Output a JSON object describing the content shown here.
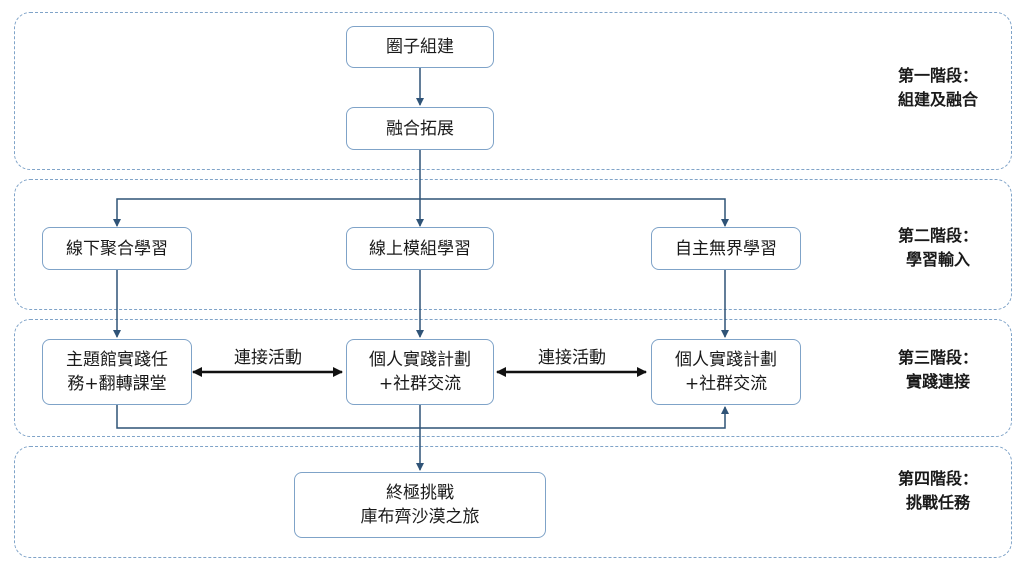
{
  "stages": [
    {
      "title": "第一階段：",
      "subtitle": "組建及融合"
    },
    {
      "title": "第二階段：",
      "subtitle": "學習輸入"
    },
    {
      "title": "第三階段：",
      "subtitle": "實踐連接"
    },
    {
      "title": "第四階段：",
      "subtitle": "挑戰任務"
    }
  ],
  "nodes": {
    "circle_build": "圈子組建",
    "fusion_expand": "融合拓展",
    "offline_learning": "線下聚合學習",
    "online_learning": "線上模組學習",
    "self_learning": "自主無界學習",
    "theme_task_l1": "主題館實踐任",
    "theme_task_l2": "務+翻轉課堂",
    "personal_plan_center_l1": "個人實踐計劃",
    "personal_plan_center_l2": "+社群交流",
    "personal_plan_right_l1": "個人實踐計劃",
    "personal_plan_right_l2": "+社群交流",
    "final_challenge_l1": "終極挑戰",
    "final_challenge_l2": "庫布齊沙漠之旅"
  },
  "edge_labels": {
    "connect_left": "連接活動",
    "connect_right": "連接活動"
  },
  "colors": {
    "border": "#7fa3c8",
    "arrow": "#2f5377",
    "bold_arrow": "#111111"
  }
}
